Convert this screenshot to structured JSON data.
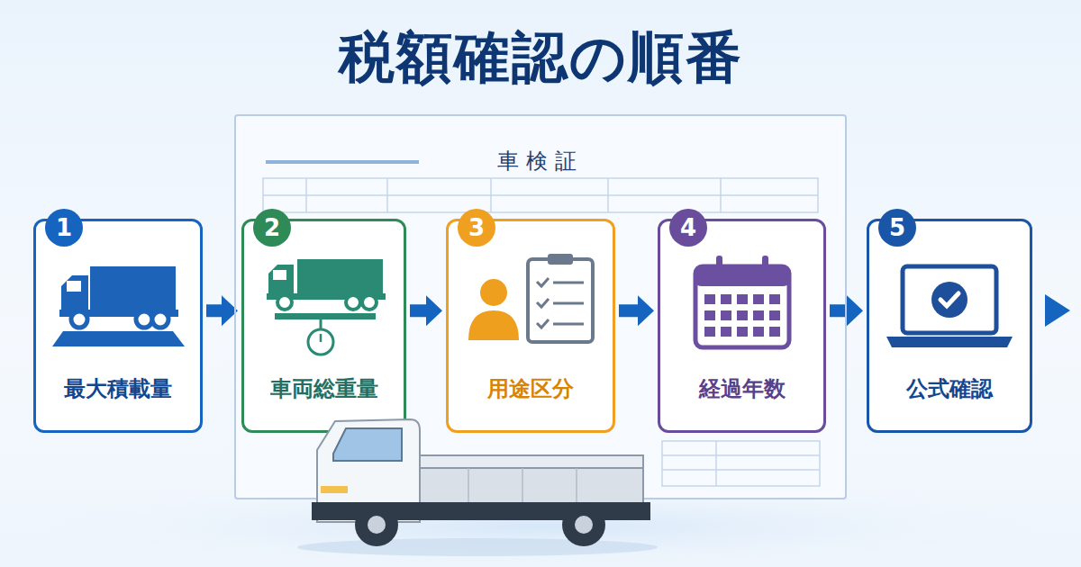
{
  "diagram": {
    "title": "税額確認の順番",
    "nodes": [
      {
        "text": [
          "車検証"
        ]
      },
      {
        "text": [
          "1",
          "最大積載量"
        ]
      },
      {
        "text": [
          "2",
          "車両総重量"
        ]
      },
      {
        "text": [
          "3",
          "用途区分"
        ]
      },
      {
        "text": [
          "4",
          "経過年数"
        ]
      },
      {
        "text": [
          "5",
          "公式確認"
        ]
      }
    ],
    "edges": [
      {
        "from": 1,
        "to": 2,
        "arrow": "to"
      },
      {
        "from": 2,
        "to": 3,
        "arrow": "to"
      },
      {
        "from": 3,
        "to": 4,
        "arrow": "to"
      },
      {
        "from": 4,
        "to": 5,
        "arrow": "to"
      }
    ]
  }
}
